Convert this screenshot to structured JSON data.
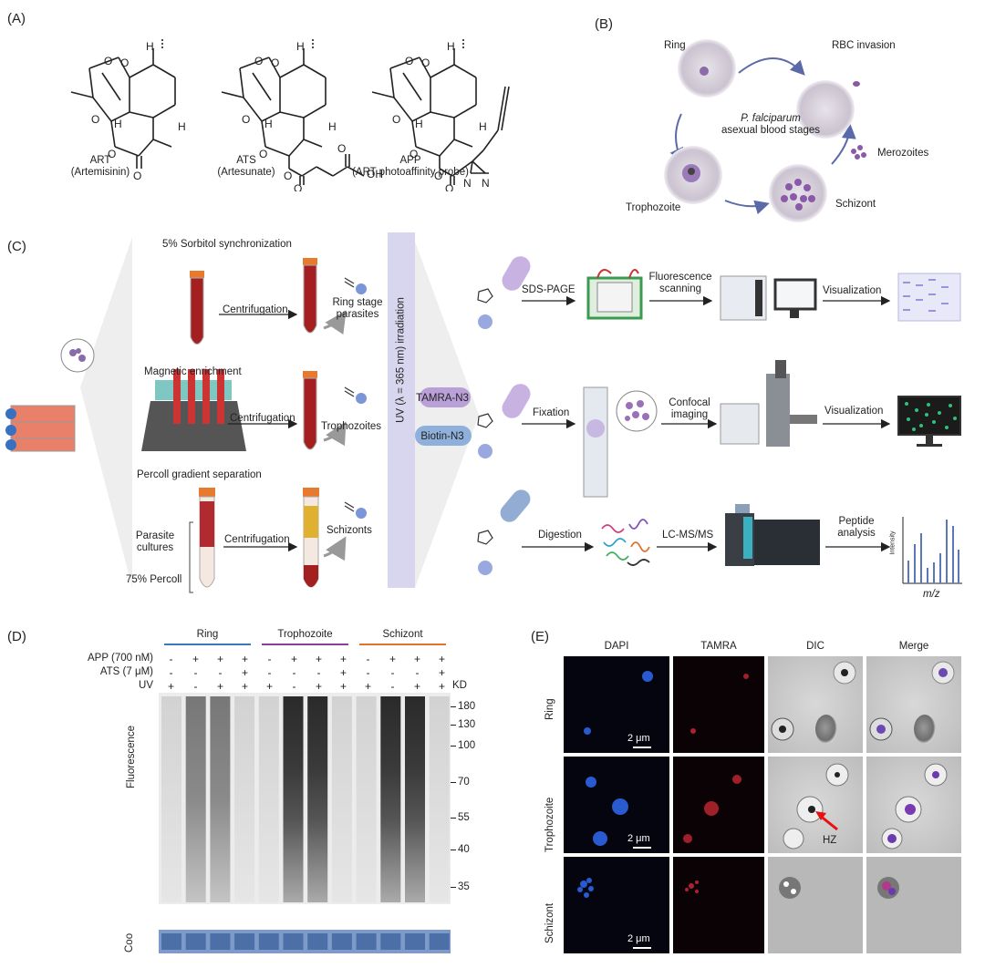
{
  "panel_labels": {
    "a": "(A)",
    "b": "(B)",
    "c": "(C)",
    "d": "(D)",
    "e": "(E)"
  },
  "panel_a": {
    "compounds": [
      {
        "abbr": "ART",
        "name": "(Artemisinin)"
      },
      {
        "abbr": "ATS",
        "name": "(Artesunate)"
      },
      {
        "abbr": "APP",
        "name": "(ART photoaffinity probe)"
      }
    ],
    "atoms": {
      "h": "H",
      "o": "O",
      "oh": "OH",
      "n": "N"
    }
  },
  "panel_b": {
    "center_italic": "P. falciparum",
    "center_text": "asexual blood stages",
    "stages": {
      "ring": "Ring",
      "rbc": "RBC invasion",
      "merozoites": "Merozoites",
      "schizont": "Schizont",
      "trophozoite": "Trophozoite"
    }
  },
  "panel_c": {
    "sorbitol": "5% Sorbitol synchronization",
    "magnetic": "Magnetic enrichment",
    "percoll_sep": "Percoll gradient separation",
    "centrifugation": "Centrifugation",
    "ring_parasites": "Ring stage parasites",
    "trophozoites": "Trophozoites",
    "schizonts": "Schizonts",
    "parasite_cultures": "Parasite cultures",
    "percoll75": "75% Percoll",
    "uv": "UV (λ = 365 nm) irradiation",
    "tamra": "TAMRA-N3",
    "biotin": "Biotin-N3",
    "sds": "SDS-PAGE",
    "fluor_scan": "Fluorescence scanning",
    "visualization": "Visualization",
    "fixation": "Fixation",
    "confocal": "Confocal imaging",
    "digestion": "Digestion",
    "lcms": "LC-MS/MS",
    "peptide": "Peptide analysis",
    "intensity": "Intensity",
    "mz": "m/z"
  },
  "panel_d": {
    "groups": [
      "Ring",
      "Trophozoite",
      "Schizont"
    ],
    "group_colors": [
      "#3a78c0",
      "#8a3f9a",
      "#e0752a"
    ],
    "row_labels": [
      "APP (700 nM)",
      "ATS (7 μM)",
      "UV"
    ],
    "row_app": [
      "-",
      "+",
      "+",
      "+",
      "-",
      "+",
      "+",
      "+",
      "-",
      "+",
      "+",
      "+"
    ],
    "row_ats": [
      "-",
      "-",
      "-",
      "+",
      "-",
      "-",
      "-",
      "+",
      "-",
      "-",
      "-",
      "+"
    ],
    "row_uv": [
      "+",
      "-",
      "+",
      "+",
      "+",
      "-",
      "+",
      "+",
      "+",
      "-",
      "+",
      "+"
    ],
    "kd_label": "KD",
    "markers": [
      "180",
      "130",
      "100",
      "70",
      "55",
      "40",
      "35"
    ],
    "fluor_label": "Fluorescence",
    "coo_label": "Coo"
  },
  "panel_e": {
    "columns": [
      "DAPI",
      "TAMRA",
      "DIC",
      "Merge"
    ],
    "rows": [
      "Ring",
      "Trophozoite",
      "Schizont"
    ],
    "scale": "2 μm",
    "hz": "HZ"
  }
}
